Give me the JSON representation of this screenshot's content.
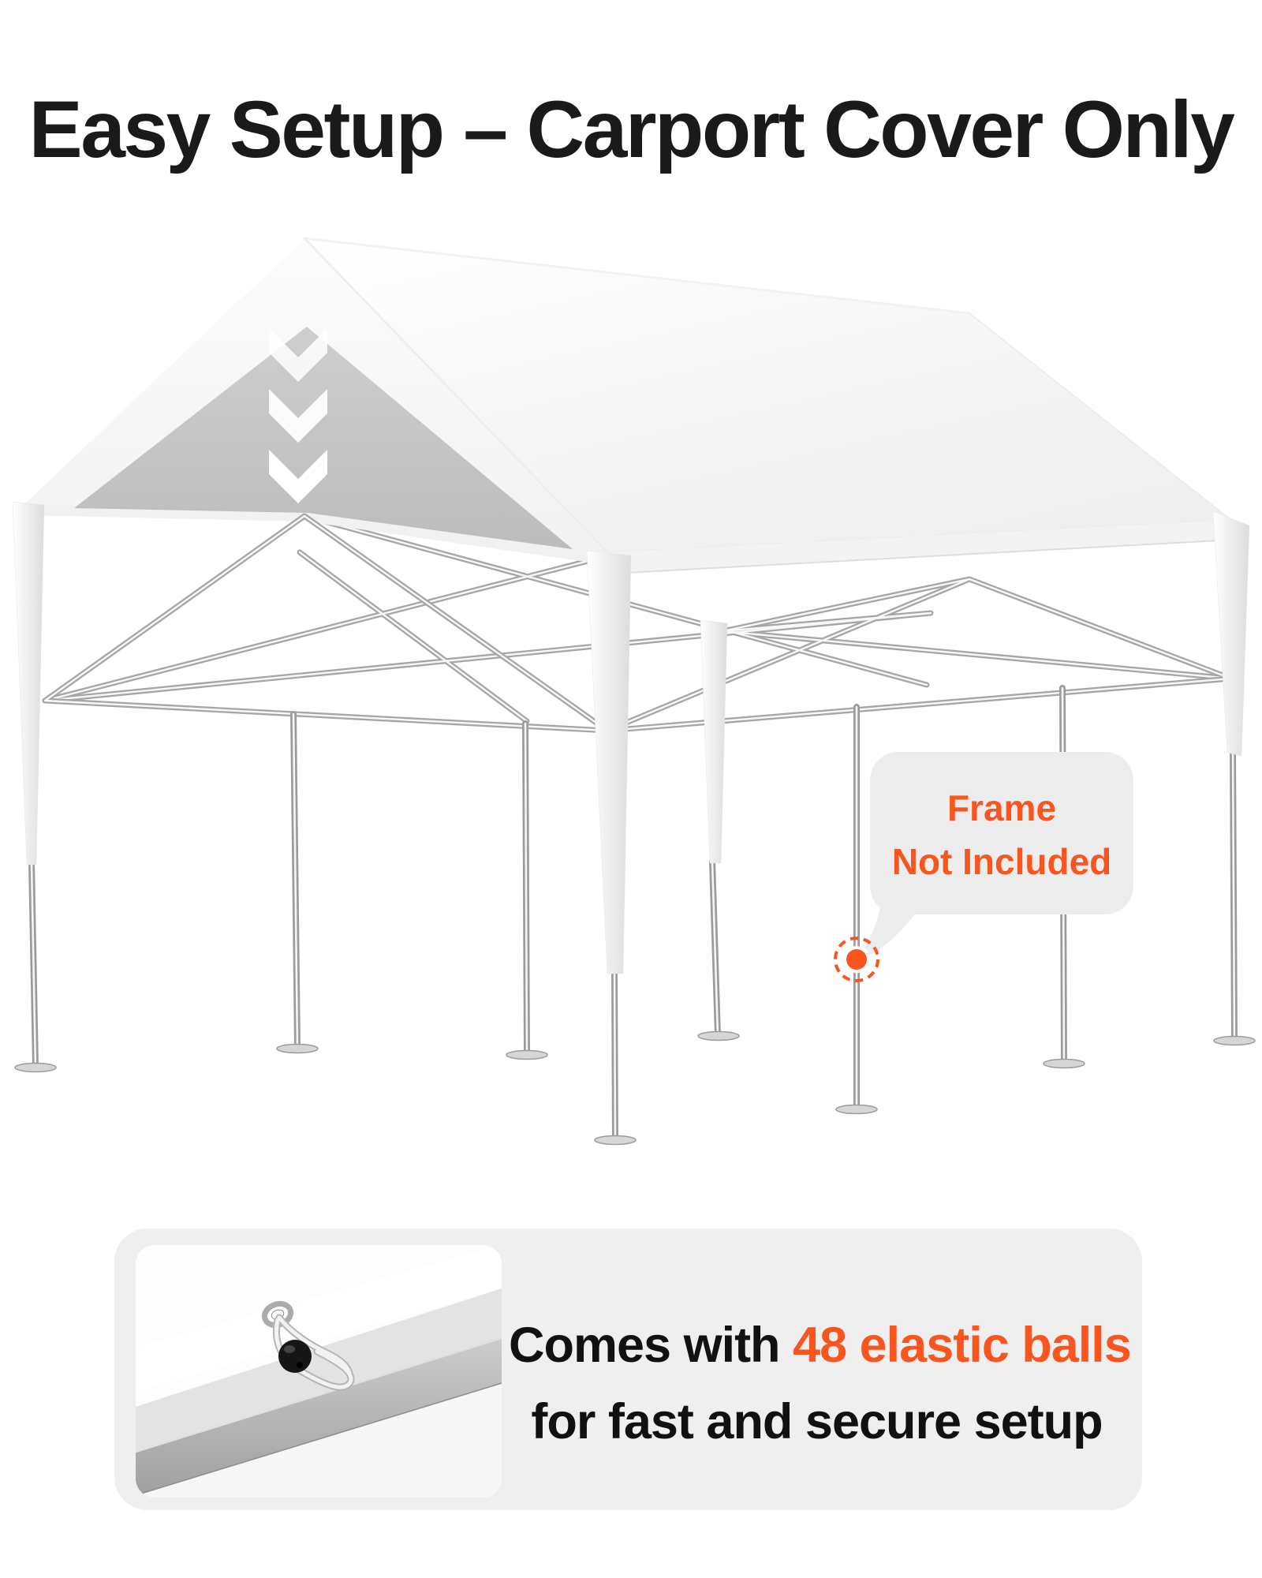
{
  "header": {
    "title": "Easy Setup – Carport Cover Only"
  },
  "illustration": {
    "callout": {
      "line1": "Frame",
      "line2": "Not Included"
    },
    "chevron_count": 3,
    "leg_count": 8
  },
  "feature_card": {
    "text_prefix": "Comes with ",
    "highlight": "48 elastic balls",
    "line2": "for fast and secure setup"
  },
  "colors": {
    "accent": "#F8551F",
    "title_text": "#1A1A1A",
    "bubble_bg": "#EDEDED",
    "card_bg": "#EFEFEF",
    "canopy_underside": "#C6C6C6",
    "frame_metal": "#A6A6A6",
    "bungee_ball": "#161616"
  }
}
